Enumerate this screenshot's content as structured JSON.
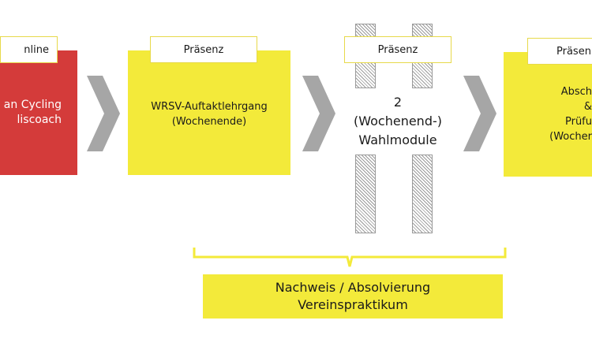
{
  "stages": [
    {
      "tag": "nline",
      "text": "an Cycling\nliscoach"
    },
    {
      "tag": "Präsenz",
      "text": "WRSV-Auftaktlehrgang\n(Wochenende)"
    },
    {
      "tag": "Präsenz",
      "text": "2\n(Wochenend-)\nWahlmodule"
    },
    {
      "tag": "Präsen",
      "text": "Absch\n&\nPrüfu\n(Wocher"
    }
  ],
  "bottom_box": {
    "text": "Nachweis / Absolvierung\nVereinspraktikum"
  },
  "colors": {
    "red": "#d43b3a",
    "yellow": "#f3ea3a",
    "arrow": "#a6a6a6",
    "hatch": "#9a9a9a"
  }
}
